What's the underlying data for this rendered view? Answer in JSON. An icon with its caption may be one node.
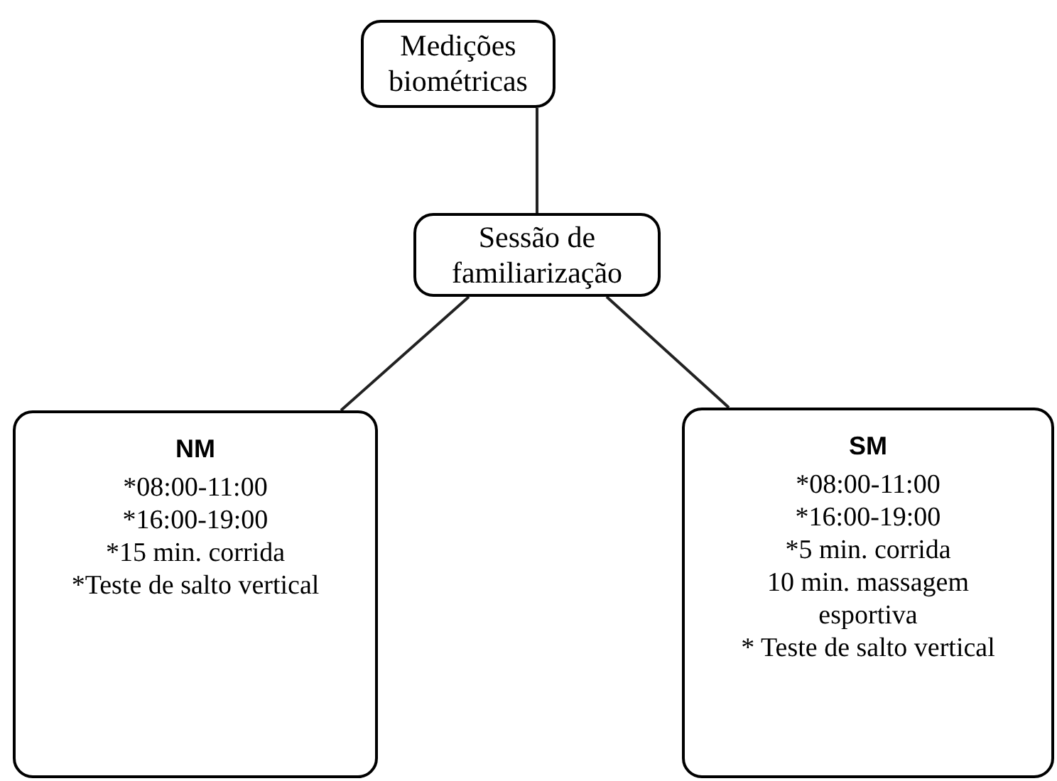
{
  "diagram": {
    "nodes": [
      {
        "text": [
          "Medições biométricas"
        ]
      },
      {
        "text": [
          "Sessão de familiarização"
        ]
      },
      {
        "text": [
          "NM",
          "*08:00-11:00",
          "*16:00-19:00",
          "*15 min. corrida",
          "*Teste de salto vertical"
        ]
      },
      {
        "text": [
          "SM",
          "*08:00-11:00",
          "*16:00-19:00",
          "*5 min. corrida",
          "10 min. massagem esportiva",
          "* Teste de salto vertical"
        ]
      }
    ],
    "edges": [
      {
        "from": 0,
        "to": 1,
        "arrow": "none"
      },
      {
        "from": 1,
        "to": 2,
        "arrow": "none"
      },
      {
        "from": 1,
        "to": 3,
        "arrow": "none"
      }
    ]
  }
}
